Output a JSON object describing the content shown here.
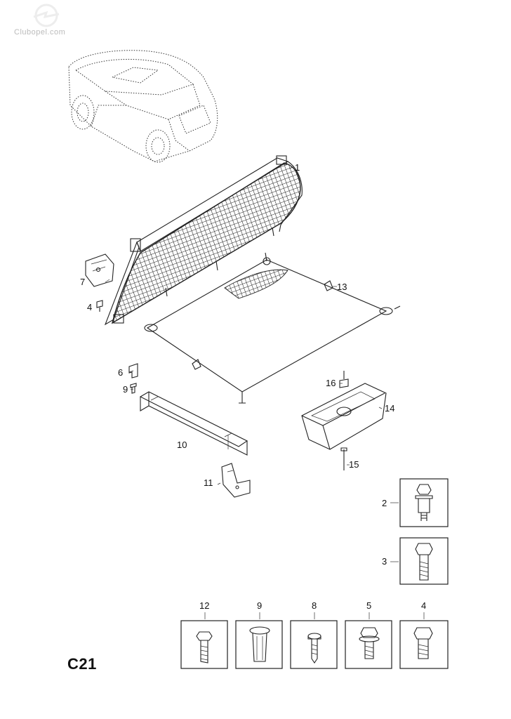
{
  "watermark": {
    "text": "Clubopel.com",
    "logo_icon": "opel-logo-icon"
  },
  "page_code": "C21",
  "callouts": {
    "p1": "1",
    "p2": "2",
    "p3": "3",
    "p4": "4",
    "p6": "6",
    "p7": "7",
    "p9": "9",
    "p10": "10",
    "p11": "11",
    "p13": "13",
    "p14": "14",
    "p15": "15",
    "p16": "16"
  },
  "fastener_boxes": {
    "row": [
      {
        "label": "12",
        "icon": "hex-screw-icon"
      },
      {
        "label": "9",
        "icon": "plastic-rivet-icon"
      },
      {
        "label": "8",
        "icon": "torx-screw-icon"
      },
      {
        "label": "5",
        "icon": "flange-bolt-icon"
      },
      {
        "label": "4",
        "icon": "hex-bolt-icon"
      }
    ],
    "column": [
      {
        "label": "2",
        "icon": "shoulder-bolt-icon"
      },
      {
        "label": "3",
        "icon": "long-hex-bolt-icon"
      }
    ]
  }
}
